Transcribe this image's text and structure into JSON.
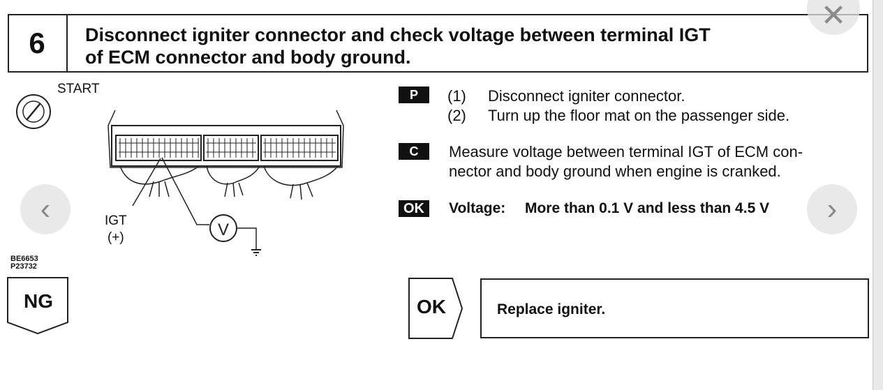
{
  "step": {
    "number": "6",
    "title_line1": "Disconnect igniter connector and check voltage between terminal IGT",
    "title_line2": "of ECM connector and body ground."
  },
  "diagram": {
    "start_label": "START",
    "igt_label": "IGT",
    "igt_polarity": "(+)",
    "meter_symbol": "V",
    "code_line1": "BE6653",
    "code_line2": "P23732"
  },
  "prep": {
    "tag": "P",
    "items": [
      {
        "num": "(1)",
        "text": "Disconnect igniter connector."
      },
      {
        "num": "(2)",
        "text": "Turn up the floor mat on the passenger side."
      }
    ]
  },
  "check": {
    "tag": "C",
    "line1": "Measure voltage between terminal IGT of ECM con-",
    "line2": "nector and body ground when engine is cranked."
  },
  "ok_spec": {
    "tag": "OK",
    "label": "Voltage:",
    "value": "More than 0.1 V and less than 4.5 V"
  },
  "results": {
    "ng_label": "NG",
    "ok_label": "OK",
    "ok_action": "Replace igniter."
  },
  "controls": {
    "prev_icon": "‹",
    "next_icon": "›",
    "close_icon": "✕"
  }
}
